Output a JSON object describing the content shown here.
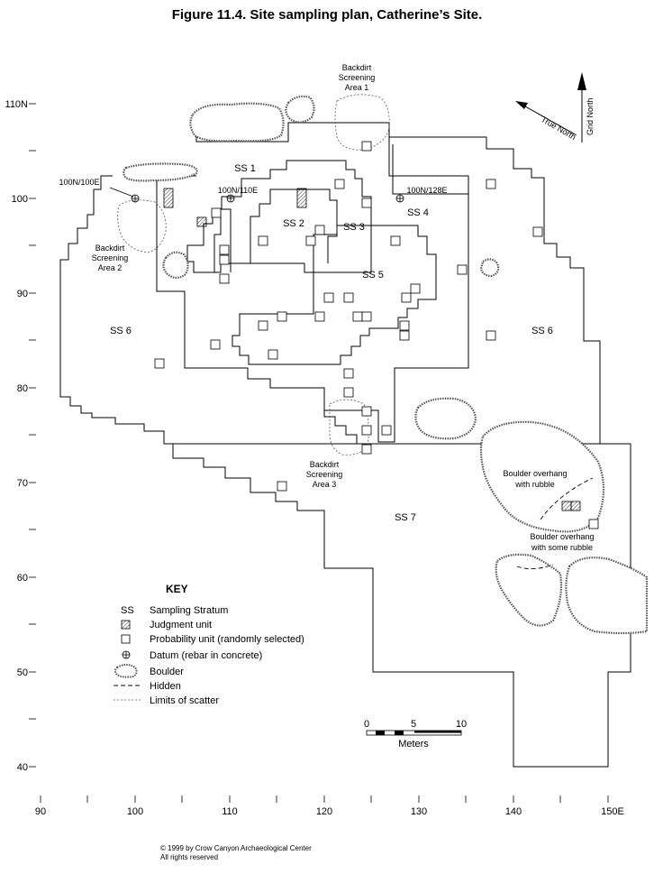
{
  "title": "Figure 11.4.  Site sampling plan, Catherine’s Site.",
  "y_axis_labels": [
    "110N",
    "100",
    "90",
    "80",
    "70",
    "60",
    "50",
    "40"
  ],
  "x_axis_labels": [
    "90",
    "100",
    "110",
    "120",
    "130",
    "140",
    "150E"
  ],
  "strata": [
    "SS 1",
    "SS 2",
    "SS 3",
    "SS 4",
    "SS 5",
    "SS 6",
    "SS 6",
    "SS 7"
  ],
  "datums": [
    "100N/100E",
    "100N/110E",
    "100N/128E"
  ],
  "backdirt_areas": [
    [
      "Backdirt",
      "Screening",
      "Area 1"
    ],
    [
      "Backdirt",
      "Screening",
      "Area 2"
    ],
    [
      "Backdirt",
      "Screening",
      "Area 3"
    ]
  ],
  "boulder_notes": [
    [
      "Boulder overhang",
      "with rubble"
    ],
    [
      "Boulder overhang",
      "with some rubble"
    ]
  ],
  "north": {
    "true": "True North",
    "grid": "Grid North"
  },
  "scale": {
    "ticks": [
      "0",
      "5",
      "10"
    ],
    "unit": "Meters"
  },
  "key": {
    "title": "KEY",
    "items": [
      {
        "symbol": "SS",
        "label": "Sampling Stratum"
      },
      {
        "symbol": "judgment",
        "label": "Judgment unit"
      },
      {
        "symbol": "probability",
        "label": "Probability unit (randomly selected)"
      },
      {
        "symbol": "datum",
        "label": "Datum (rebar in concrete)"
      },
      {
        "symbol": "boulder",
        "label": "Boulder"
      },
      {
        "symbol": "hidden",
        "label": "Hidden"
      },
      {
        "symbol": "scatter",
        "label": "Limits of scatter"
      }
    ]
  },
  "copyright": [
    "© 1999 by Crow Canyon Archaeological Center",
    "All rights reserved"
  ],
  "colors": {
    "line": "#000000",
    "stipple": "#555555",
    "background": "#ffffff"
  }
}
